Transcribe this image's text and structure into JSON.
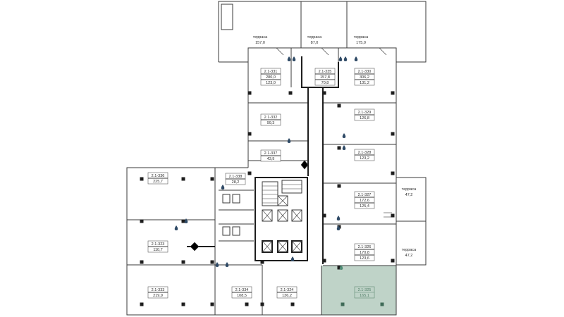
{
  "colors": {
    "highlight_fill": "#bfd3c8",
    "highlight_text": "#4f7d66",
    "wall": "#3a3a3a",
    "water_icon": "#2f4a66"
  },
  "icons": [
    "water-drop-icon",
    "column-square-icon",
    "door-icon",
    "stair-icon",
    "elevator-icon"
  ],
  "rooms": [
    {
      "id": "2.1-331",
      "lines": [
        "280,0",
        "123,0"
      ],
      "highlighted": false
    },
    {
      "id": "2.1-335",
      "lines": [
        "157,8",
        "70,8"
      ],
      "highlighted": false
    },
    {
      "id": "2.1-330",
      "lines": [
        "306,2",
        "131,2"
      ],
      "highlighted": false
    },
    {
      "id": "2.1-332",
      "lines": [
        "99,3"
      ],
      "highlighted": false
    },
    {
      "id": "2.1-329",
      "lines": [
        "126,8"
      ],
      "highlighted": false
    },
    {
      "id": "2.1-337",
      "lines": [
        "43,9"
      ],
      "highlighted": false
    },
    {
      "id": "2.1-328",
      "lines": [
        "123,2"
      ],
      "highlighted": false
    },
    {
      "id": "2.1-336",
      "lines": [
        "225,7"
      ],
      "highlighted": false
    },
    {
      "id": "2.1-338",
      "lines": [
        "28,2"
      ],
      "highlighted": false
    },
    {
      "id": "2.1-327",
      "lines": [
        "172,6",
        "125,4"
      ],
      "highlighted": false
    },
    {
      "id": "2.1-323",
      "lines": [
        "110,7"
      ],
      "highlighted": false
    },
    {
      "id": "2.1-326",
      "lines": [
        "170,8",
        "123,6"
      ],
      "highlighted": false
    },
    {
      "id": "2.1-333",
      "lines": [
        "219,9"
      ],
      "highlighted": false
    },
    {
      "id": "2.1-334",
      "lines": [
        "108,5"
      ],
      "highlighted": false
    },
    {
      "id": "2.1-324",
      "lines": [
        "136,2"
      ],
      "highlighted": false
    },
    {
      "id": "2.1-325",
      "lines": [
        "165,1"
      ],
      "highlighted": true
    }
  ],
  "terraces": [
    {
      "label": "терраса",
      "area": "157,0"
    },
    {
      "label": "терраса",
      "area": "87,0"
    },
    {
      "label": "терраса",
      "area": "175,0"
    },
    {
      "label": "терраса",
      "area": "47,2"
    },
    {
      "label": "терраса",
      "area": "47,2"
    }
  ]
}
